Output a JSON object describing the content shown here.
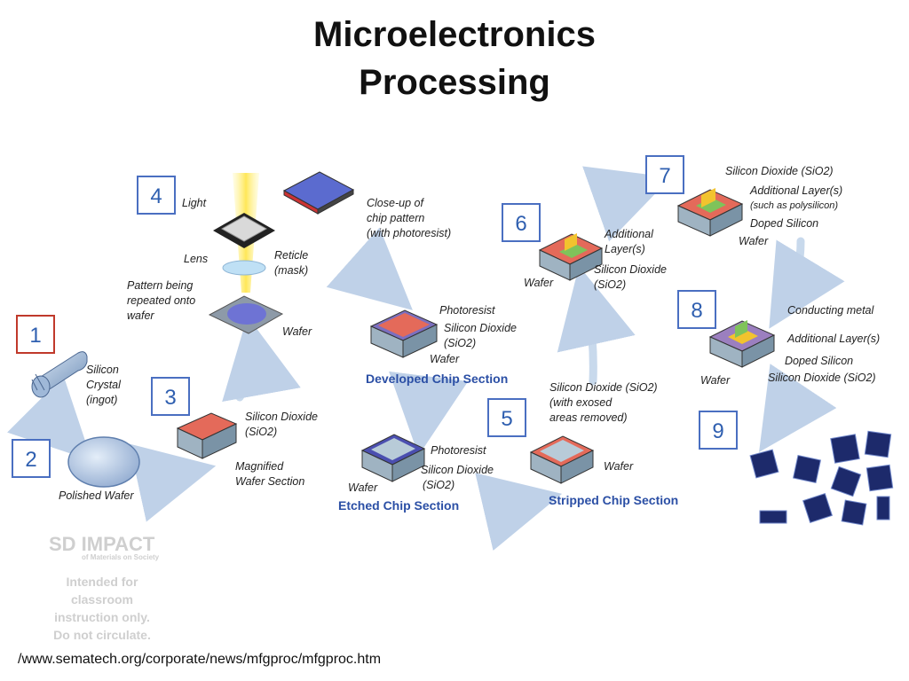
{
  "title": {
    "line1": "Microelectronics",
    "line2": "Processing"
  },
  "steps": [
    "1",
    "2",
    "3",
    "4",
    "5",
    "6",
    "7",
    "8",
    "9"
  ],
  "labels": {
    "silicon": "Silicon",
    "crystal": "Crystal",
    "ingot": "(ingot)",
    "polished_wafer": "Polished Wafer",
    "silicon_dioxide": "Silicon Dioxide",
    "sio2": "(SiO2)",
    "magnified": "Magnified",
    "wafer_section": "Wafer Section",
    "light": "Light",
    "lens": "Lens",
    "reticle": "Reticle",
    "mask": "(mask)",
    "pattern_being": "Pattern being",
    "repeated_onto": "repeated onto",
    "wafer_lc": "wafer",
    "wafer": "Wafer",
    "closeup": "Close-up of",
    "chip_pattern": "chip pattern",
    "with_photoresist": "(with photoresist)",
    "photoresist": "Photoresist",
    "developed_chip_section": "Developed Chip Section",
    "etched_chip_section": "Etched Chip Section",
    "silicon_dioxide_sio2": "Silicon Dioxide (SiO2)",
    "with_exosed": "(with exosed",
    "areas_removed": "areas removed)",
    "stripped_chip_section": "Stripped Chip Section",
    "additional": "Additional",
    "layers": "Layer(s)",
    "additional_layers": "Additional Layer(s)",
    "such_as_polysilicon": "(such as polysilicon)",
    "doped_silicon": "Doped Silicon",
    "conducting_metal": "Conducting metal"
  },
  "watermark": {
    "logo": "SD IMPACT",
    "logo_sub": "of Materials on Society",
    "line1": "Intended for",
    "line2": "classroom",
    "line3": "instruction only.",
    "line4": "Do not circulate."
  },
  "source_url": "/www.sematech.org/corporate/news/mfgproc/mfgproc.htm",
  "colors": {
    "step_box": "#4a6fc1",
    "step1_box": "#c0392b",
    "section_label": "#2b4fa5",
    "oxide": "#e06a5a",
    "wafer": "#8fa9b8"
  }
}
